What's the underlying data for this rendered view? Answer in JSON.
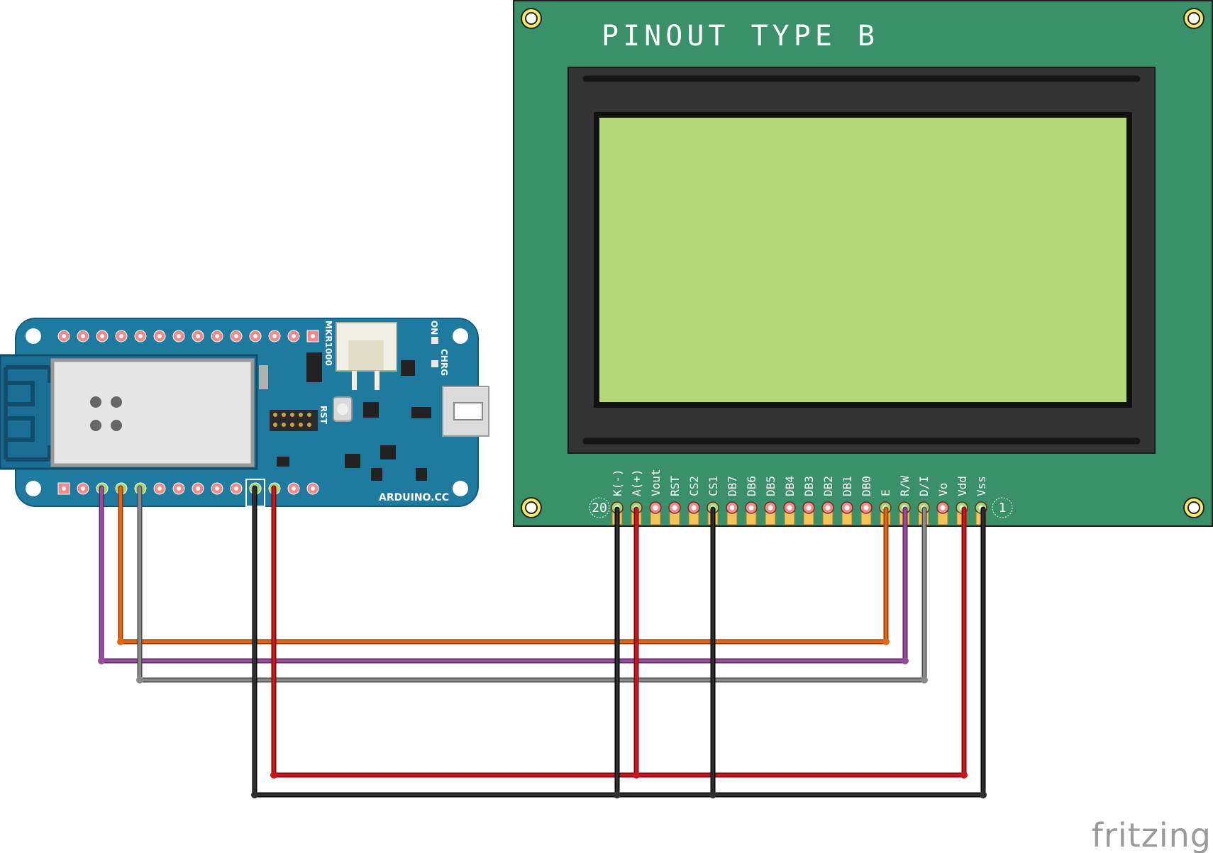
{
  "lcd": {
    "title": "PINOUT TYPE B",
    "pin_first_marker": "20",
    "pin_last_marker": "1",
    "pins": [
      "K(-)",
      "A(+)",
      "Vout",
      "RST",
      "CS2",
      "CS1",
      "DB7",
      "DB6",
      "DB5",
      "DB4",
      "DB3",
      "DB2",
      "DB1",
      "DB0",
      "E",
      "R/W",
      "D/I",
      "Vo",
      "Vdd",
      "Vss"
    ]
  },
  "board": {
    "model_label": "MKR1000",
    "brand_label": "ARDUINO.CC",
    "reset_label": "RST",
    "on_label": "ON",
    "charge_label": "CHRG"
  },
  "watermark": "fritzing",
  "colors": {
    "lcd_board": "#3a9169",
    "lcd_bezel": "#333333",
    "lcd_screen": "#b5d778",
    "arduino_board": "#1f7aa0",
    "wire_orange": "#e5650f",
    "wire_purple": "#9a4a9c",
    "wire_gray": "#8a8a8a",
    "wire_black": "#1b1b1b",
    "wire_red": "#c8161d"
  },
  "wires": [
    {
      "color": "wire_purple",
      "from": "board-bottom-pin-3",
      "to": "R/W"
    },
    {
      "color": "wire_orange",
      "from": "board-bottom-pin-4",
      "to": "E"
    },
    {
      "color": "wire_gray",
      "from": "board-bottom-pin-5",
      "to": "D/I"
    },
    {
      "color": "wire_black",
      "from": "board-bottom-pin-GND",
      "to": [
        "K(-)",
        "CS1",
        "Vss"
      ]
    },
    {
      "color": "wire_red",
      "from": "board-bottom-pin-VCC",
      "to": [
        "A(+)",
        "Vdd"
      ]
    }
  ]
}
